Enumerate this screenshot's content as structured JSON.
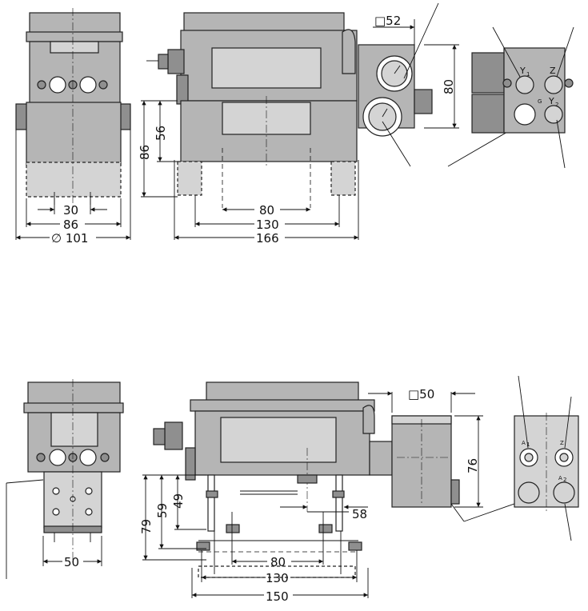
{
  "dimensions": {
    "view1": {
      "d1": "30",
      "d2": "86",
      "d3": "∅ 101"
    },
    "view2": {
      "h1": "56",
      "h2": "86",
      "w1": "80",
      "w2": "130",
      "w3": "166"
    },
    "view3": {
      "sq": "□52",
      "h": "80"
    },
    "view4": {
      "y1": "Y",
      "y1sub": "1",
      "z": "Z",
      "g": "G",
      "y2": "Y",
      "y2sub": "2"
    },
    "view5": {
      "w": "50"
    },
    "view6": {
      "h1": "79",
      "h2": "59",
      "h3": "49",
      "w1": "80",
      "w2": "130",
      "w3": "150",
      "d58": "58"
    },
    "view7": {
      "sq": "□50",
      "h": "76"
    },
    "view8": {
      "a1": "A",
      "a1sub": "1",
      "z": "Z",
      "a2": "A",
      "a2sub": "2"
    }
  }
}
